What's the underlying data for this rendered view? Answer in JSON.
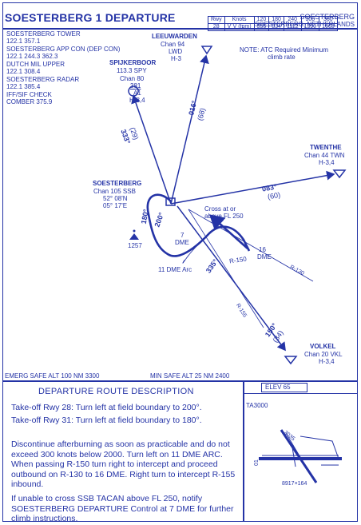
{
  "header": {
    "title": "SOESTERBERG 1 DEPARTURE",
    "location_line1": "SOESTERBERG",
    "location_line2": "SOESTERBERG, NETHERLANDS"
  },
  "comms": [
    {
      "name": "SOESTERBERG TOWER",
      "freqs": "122.1      357.1"
    },
    {
      "name": "SOESTERBERG APP CON (DEP CON)",
      "freqs": "122.1      244.3    362.3"
    },
    {
      "name": "DUTCH MIL UPPER",
      "freqs": "122.1      308.4"
    },
    {
      "name": "SOESTERBERG RADAR",
      "freqs": "122.1      385.4"
    },
    {
      "name": "IFF/SIF CHECK",
      "freqs": "COMBER 375.9"
    }
  ],
  "rate_table": {
    "header": [
      "Rwy",
      "Knots",
      "120",
      "180",
      "240",
      "300",
      "360"
    ],
    "row": [
      "28",
      "V´V (fpm)",
      "556",
      "834",
      "1112",
      "1390",
      "1668"
    ],
    "note_line1": "NOTE: ATC Required Minimum",
    "note_line2": "climb rate"
  },
  "navaids": {
    "leeuwarden": {
      "name": "LEEUWARDEN",
      "chan": "Chan 94",
      "ident": "LWD",
      "alt": "H-3"
    },
    "spijkerboor": {
      "name": "SPIJKERBOOR",
      "freq": "113.3    SPY",
      "chan": "Chan 80",
      "ref": "381",
      "code": "A1",
      "alt": "H-3,4"
    },
    "twenthe": {
      "name": "TWENTHE",
      "chan": "Chan 44 TWN",
      "alt": "H-3,4"
    },
    "soesterberg": {
      "name": "SOESTERBERG",
      "chan": "Chan 105 SSB",
      "lat": "52°  08'N",
      "lon": "05°  17'E"
    },
    "volkel": {
      "name": "VOLKEL",
      "chan": "Chan 20 VKL",
      "alt": "H-3,4"
    }
  },
  "chart_labels": {
    "crs_016": "016°",
    "crs_016_rad": "(68)",
    "crs_333": "333°",
    "crs_333_rad": "(29)",
    "crs_083": "083°",
    "crs_083_rad": "(60)",
    "crs_150": "150°",
    "crs_150_rad": "(34)",
    "crs_180": "180°",
    "crs_200": "200°",
    "crs_335": "335°",
    "fl250_line1": "Cross at or",
    "fl250_line2": "above FL 250",
    "dme7_line1": "7",
    "dme7_line2": "DME",
    "dme16_line1": "16",
    "dme16_line2": "DME",
    "arc": "11 DME Arc",
    "r150": "R-150",
    "r130": "R-130",
    "r155": "R-155",
    "obstacle": "1257"
  },
  "safe_alt": {
    "emerg": "EMERG SAFE ALT 100 NM 3300",
    "min": "MIN  SAFE  ALT  25  NM  2400"
  },
  "airport": {
    "elev": "ELEV   65",
    "ta": "TA3000",
    "rwy_01": "01",
    "rwy_dim": "8917×164",
    "rwy_top": "2035"
  },
  "description": {
    "heading": "DEPARTURE ROUTE DESCRIPTION",
    "p1": "Take-off Rwy 28: Turn left at field boundary to 200°.",
    "p2": "Take-off Rwy 31: Turn left at field boundary to 180°.",
    "p3": "Discontinue afterburning as soon as practicable and do not exceed 300 knots below 2000. Turn left on 11 DME ARC. When passing R-150 turn right to intercept and proceed outbound on R-130 to 16 DME. Right turn to intercept R-155 inbound.",
    "p4": "If unable to cross SSB TACAN above FL 250, notify SOESTERBERG DEPARTURE Control at 7 DME for further climb instructions."
  },
  "colors": {
    "ink": "#2433a6",
    "paper": "#ffffff"
  }
}
